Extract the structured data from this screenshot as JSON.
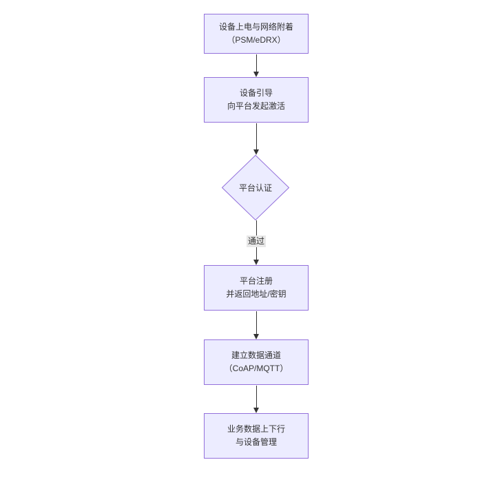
{
  "diagram": {
    "type": "flowchart",
    "direction": "top-down",
    "colors": {
      "background": "#ffffff",
      "node_fill": "#ececff",
      "node_border": "#9370db",
      "text": "#333333",
      "edge": "#333333",
      "edge_label_background": "#e8e8e8"
    },
    "nodes": [
      {
        "id": "power-on",
        "shape": "rect",
        "line1": "设备上电与网络附着",
        "line2": "（PSM/eDRX）"
      },
      {
        "id": "bootstrap",
        "shape": "rect",
        "line1": "设备引导",
        "line2": "向平台发起激活"
      },
      {
        "id": "auth",
        "shape": "diamond",
        "line1": "平台认证",
        "line2": ""
      },
      {
        "id": "register",
        "shape": "rect",
        "line1": "平台注册",
        "line2": "并返回地址/密钥"
      },
      {
        "id": "channel",
        "shape": "rect",
        "line1": "建立数据通道",
        "line2": "（CoAP/MQTT）"
      },
      {
        "id": "business",
        "shape": "rect",
        "line1": "业务数据上下行",
        "line2": "与设备管理"
      }
    ],
    "edges": [
      {
        "from": "power-on",
        "to": "bootstrap",
        "label": ""
      },
      {
        "from": "bootstrap",
        "to": "auth",
        "label": ""
      },
      {
        "from": "auth",
        "to": "register",
        "label": "通过"
      },
      {
        "from": "register",
        "to": "channel",
        "label": ""
      },
      {
        "from": "channel",
        "to": "business",
        "label": ""
      }
    ]
  }
}
